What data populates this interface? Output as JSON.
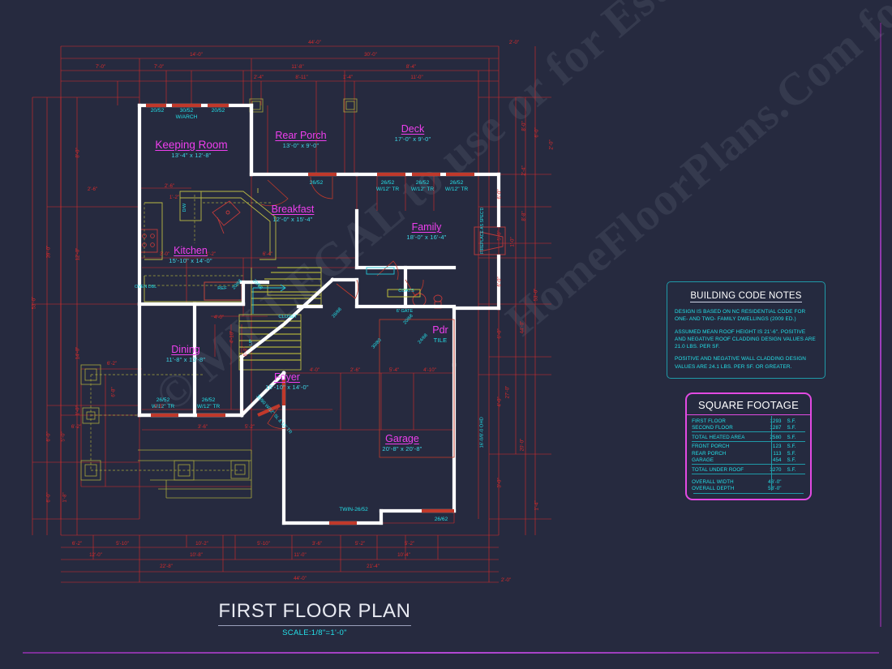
{
  "title_block": {
    "main": "FIRST FLOOR PLAN",
    "scale": "SCALE:1/8\"=1'-0\""
  },
  "watermark": {
    "line1": "© MY LEGAL to use or for Estimations",
    "line2": "HomeFloorPlans.Com for Construction"
  },
  "building_code_notes": {
    "heading": "BUILDING CODE NOTES",
    "paragraphs": [
      "DESIGN IS BASED ON NC RESIDENTIAL CODE FOR ONE- AND TWO- FAMILY DWELLINGS (2009 ED.)",
      "ASSUMED MEAN ROOF HEIGHT IS 21'-6\". POSITIVE AND NEGATIVE ROOF CLADDING DESIGN VALUES ARE 21.0 LBS. PER SF.",
      "POSITIVE AND NEGATIVE WALL CLADDING DESIGN VALUES ARE 24.1 LBS. PER SF. OR GREATER."
    ]
  },
  "square_footage": {
    "heading": "SQUARE FOOTAGE",
    "rows": [
      {
        "label": "FIRST FLOOR",
        "value": "1293",
        "unit": "S.F."
      },
      {
        "label": "SECOND FLOOR",
        "value": "1287",
        "unit": "S.F."
      },
      {
        "label": "TOTAL HEATED AREA",
        "value": "2580",
        "unit": "S.F."
      },
      {
        "label": "FRONT PORCH",
        "value": "123",
        "unit": "S.F."
      },
      {
        "label": "REAR PORCH",
        "value": "113",
        "unit": "S.F."
      },
      {
        "label": "GARAGE",
        "value": "454",
        "unit": "S.F."
      },
      {
        "label": "TOTAL UNDER ROOF",
        "value": "3270",
        "unit": "S.F."
      },
      {
        "label": "OVERALL WIDTH",
        "value": "46'-0\"",
        "unit": ""
      },
      {
        "label": "OVERALL DEPTH",
        "value": "53'-0\"",
        "unit": ""
      }
    ]
  },
  "rooms": [
    {
      "name": "Keeping Room",
      "dims": "13'-4\" x 12'-8\""
    },
    {
      "name": "Rear Porch",
      "dims": "13'-0\" x 9'-0\""
    },
    {
      "name": "Deck",
      "dims": "17'-0\" x 9'-0\""
    },
    {
      "name": "Breakfast",
      "dims": "12'-0\" x 15'-4\""
    },
    {
      "name": "Family",
      "dims": "18'-0\" x 16'-4\""
    },
    {
      "name": "Kitchen",
      "dims": "15'-10\" x 14'-0\""
    },
    {
      "name": "Dining",
      "dims": "11'-8\" x 13'-8\""
    },
    {
      "name": "Foyer",
      "dims": "15'-10\" x 14'-0\""
    },
    {
      "name": "Pdr",
      "dims": "TILE"
    },
    {
      "name": "Garage",
      "dims": "20'-8\" x 20'-8\""
    }
  ],
  "door_window_tags": [
    "20/52",
    "30/52",
    "20/52",
    "W/ARCH",
    "26/52",
    "26/52",
    "26/52",
    "26/52",
    "W/12\" TR",
    "W/12\" TR",
    "W/12\" TR",
    "26/52",
    "26/52",
    "W/12\" TR",
    "W/12\" TR",
    "30/80 W/12\" SL & 12\" TR",
    "20/68",
    "20/68",
    "20/68",
    "26/68",
    "24/68",
    "30/80",
    "TWIN-26/52",
    "26/62",
    "16'-0/8'-0 OHD",
    "6' GATE",
    "COATS",
    "CLOSET",
    "REF",
    "OVEN DBL",
    "D/W",
    "FIREPLACE AS SPEC'D",
    "UP"
  ],
  "dimensions_top": [
    "44'-0\"",
    "14'-0\"",
    "30'-0\"",
    "7'-0\"",
    "7'-0\"",
    "11'-8\"",
    "8'-4\"",
    "2'-4\"",
    "8'-11\"",
    "1'-4\"",
    "11'-0\"",
    "2'-0\""
  ],
  "dimensions_bottom": [
    "6'-2\"",
    "5'-10\"",
    "10'-2\"",
    "5'-10\"",
    "3'-6\"",
    "5'-2\"",
    "5'-2\"",
    "12'-0\"",
    "10'-8\"",
    "11'-0\"",
    "10'-4\"",
    "22'-8\"",
    "21'-4\"",
    "44'-0\"",
    "2'-0\""
  ],
  "dimensions_left": [
    "53'-0\"",
    "39'-0\"",
    "8'-0\"",
    "12'-0\"",
    "14'-0\"",
    "6'-0\"",
    "5'-0\"",
    "1'-0\"",
    "6'-0\"",
    "1'-8\"",
    "6'-2\"",
    "6'-8\"",
    "2'-6\""
  ],
  "dimensions_right": [
    "53'-0\"",
    "44'-0\"",
    "27'-0\"",
    "8'-0\"",
    "6'-0\"",
    "2'-4\"",
    "6'-0\"",
    "5'-0\"",
    "1'-0\"",
    "6'-0\"",
    "6'-0\"",
    "8'-8\"",
    "2'-0\"",
    "4'-0\"",
    "20'-0\"",
    "3'-0\"",
    "1'-4\""
  ],
  "dimensions_interior": [
    "2'-6\"",
    "3'-0\"",
    "1'-2\"",
    "6'-4\"",
    "4'-0\"",
    "2'-6\"",
    "5'-4\"",
    "4'-10\"",
    "4'-10\"",
    "3'-5\"",
    "3'-6\"",
    "5'-2\"",
    "6'-2\"",
    "6'-8\"",
    "1'-2\"",
    "4'-0\""
  ],
  "colors": {
    "background": "#262a3f",
    "wall": "#ffffff",
    "dimension": "#d92b2b",
    "tag_text": "#24e0e8",
    "room_label": "#ee3fee",
    "fixture": "#cfcf3a",
    "accent_magenta": "#e24ae2",
    "accent_teal": "#1f9aa8"
  }
}
